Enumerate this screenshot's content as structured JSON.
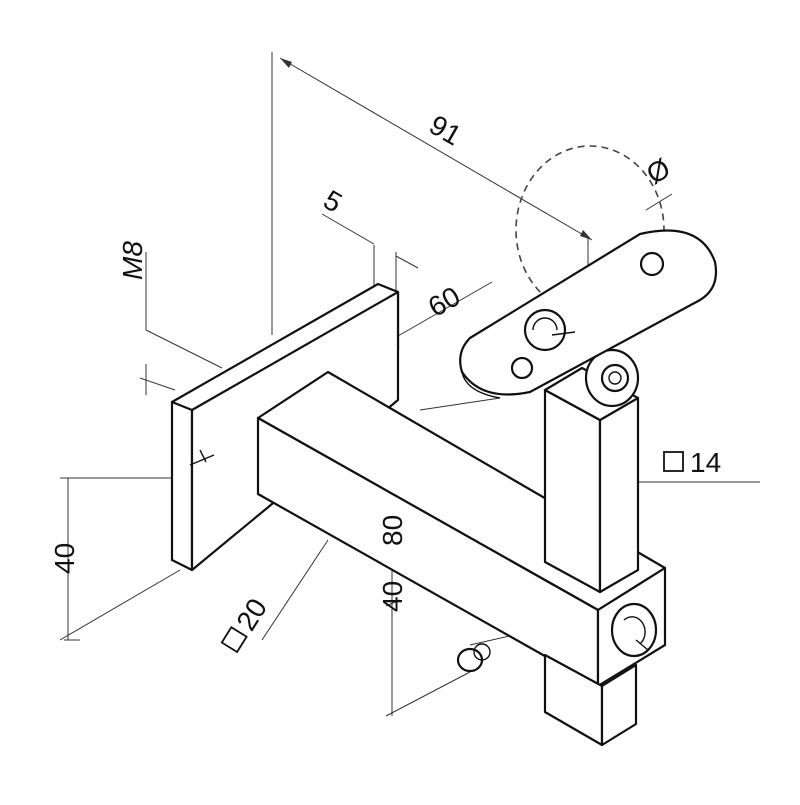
{
  "dimensions": {
    "overall_length": "91",
    "plate_thickness": "5",
    "thread": "M8",
    "arm_offset": "60",
    "diameter_symbol": "Ø",
    "post_section": "14",
    "plate_height": "40",
    "arm_section": "20",
    "height_upper": "80",
    "height_lower": "40"
  },
  "colors": {
    "line": "#111111",
    "background": "#ffffff"
  },
  "icons": [
    "square-section-icon",
    "diameter-icon"
  ]
}
